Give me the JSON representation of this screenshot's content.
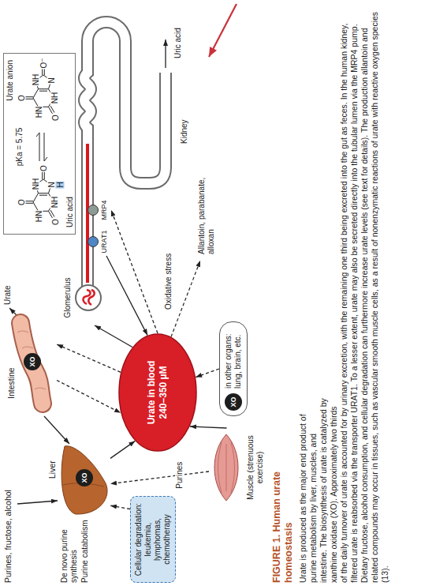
{
  "diagram": {
    "title": "FIGURE 1. Human urate homeostasis",
    "caption": "Urate is produced as the major end product of purine metabolism by liver, muscles, and intestine. The biosynthesis of urate is catalyzed by xanthine oxidase (XO). Approximately two thirds of the daily turnover of urate is accounted for by urinary excretion, with the remaining one third being excreted into the gut as feces. In the human kidney, filtered urate is reabsorbed via the transporter URAT1. To a lesser extent, urate may also be secreted directly into the tubular lumen via the MRP4 pump. Dietary fructose, alcohol consumption, and cellular degradation can furthermore increase urate levels (see text for details). The production allantoin and related compounds may occur in tissues, such as vascular smooth muscle cells, as a result of nonenzymatic reactions of urate with reactive oxygen species (13).",
    "nodes": [
      {
        "text": [
          "Intestine"
        ]
      },
      {
        "text": [
          "XO"
        ],
        "in": 0
      },
      {
        "text": [
          "Liver"
        ]
      },
      {
        "text": [
          "XO"
        ],
        "in": 2
      },
      {
        "text": [
          "Cellular degradation: leukemia, lymphomas, chemotherapy"
        ]
      },
      {
        "text": [
          "Muscle (strenuous exercise)"
        ]
      },
      {
        "text": [
          "Urate in blood 240–350 µM"
        ]
      },
      {
        "text": [
          "in other organs: lung, brain, etc."
        ]
      },
      {
        "text": [
          "XO"
        ],
        "in": 7
      },
      {
        "text": [
          "Glomerulus"
        ]
      },
      {
        "text": [
          "URAT1"
        ]
      },
      {
        "text": [
          "MRP4"
        ]
      },
      {
        "text": [
          "Urate anion",
          "pKa = 5.75",
          "Uric acid"
        ]
      }
    ],
    "edges": [
      {
        "from": 0,
        "to": 2,
        "arrow": "to"
      },
      {
        "from": 2,
        "to": 6,
        "arrow": "to"
      },
      {
        "from": 0,
        "to": 6,
        "arrow": "to"
      },
      {
        "from": 6,
        "to": 0,
        "arrow": "to"
      },
      {
        "from": 4,
        "to": 2,
        "arrow": "to"
      },
      {
        "from": 5,
        "to": 2,
        "label": "Purines",
        "arrow": "to"
      },
      {
        "from": 5,
        "to": 6,
        "arrow": "to"
      },
      {
        "from": 7,
        "to": 6,
        "arrow": "to"
      },
      {
        "from": 6,
        "to": 9,
        "arrow": "to"
      },
      {
        "from": 10,
        "to": 6,
        "arrow": "to"
      },
      {
        "from": 6,
        "to": 11,
        "arrow": "to"
      }
    ],
    "labels": [
      "Purines, fructose, alcohol",
      "De novo purine synthesis",
      "Purine catabolism",
      "Urate",
      "Oxidative stress",
      "Allantoin, parabanate, alloxan",
      "Kidney",
      "Uric acid",
      "O",
      "HN",
      "O",
      "NH",
      "NH",
      "O",
      "N",
      "H",
      "O",
      "HN",
      "O",
      "NH",
      "NH",
      "O⁻",
      "N"
    ]
  }
}
